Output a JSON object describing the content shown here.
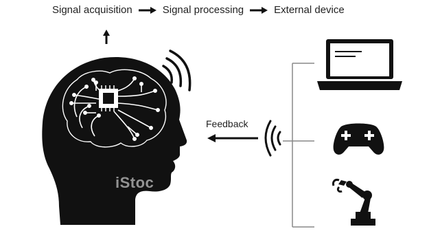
{
  "flow": {
    "step1": "Signal acquisition",
    "step2": "Signal processing",
    "step3": "External device"
  },
  "feedback_label": "Feedback",
  "watermark": "iStoc",
  "colors": {
    "ink": "#111111",
    "circuit": "#ffffff",
    "background": "#ffffff"
  },
  "icons": [
    "head-silhouette-icon",
    "brain-circuit-icon",
    "chip-icon",
    "wireless-signal-icon",
    "laptop-icon",
    "gamepad-icon",
    "robotic-arm-icon"
  ]
}
